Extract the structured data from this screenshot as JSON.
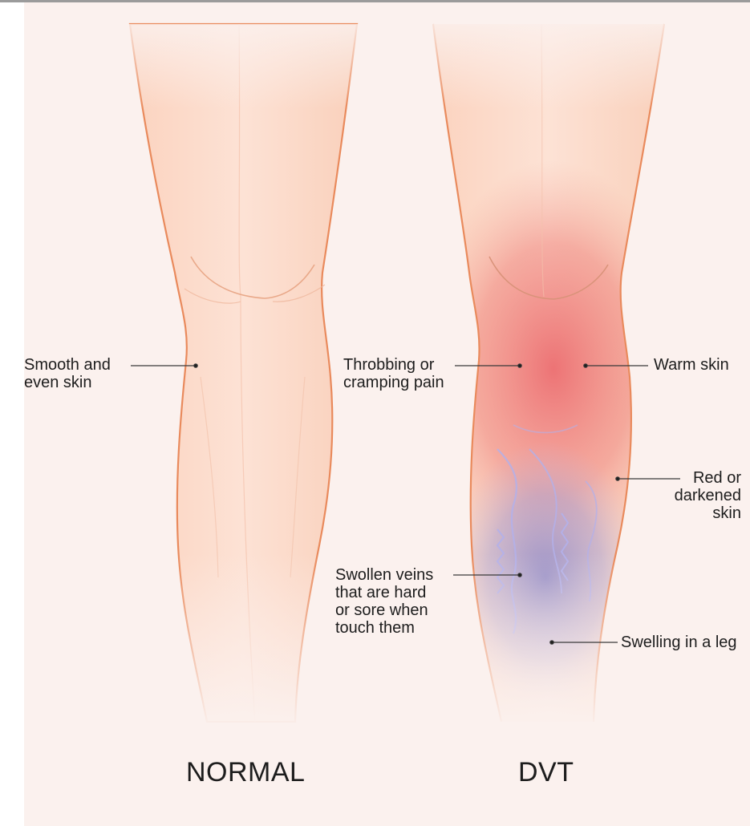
{
  "figure": {
    "captions": {
      "normal": "NORMAL",
      "dvt": "DVT"
    },
    "labels": {
      "smooth_skin": "Smooth and\neven skin",
      "throbbing_pain": "Throbbing or\ncramping pain",
      "warm_skin": "Warm skin",
      "red_skin": "Red or\ndarkened\nskin",
      "swollen_veins": "Swollen veins\nthat are hard\nor sore when\ntouch them",
      "swelling": "Swelling in a leg"
    },
    "colors": {
      "background": "#fbf1ee",
      "skin": "#fbd7c5",
      "outline": "#e98a5c",
      "inflammation": "#e8545a",
      "bruise": "#8b84c2",
      "vein": "#a9a8e0"
    }
  }
}
